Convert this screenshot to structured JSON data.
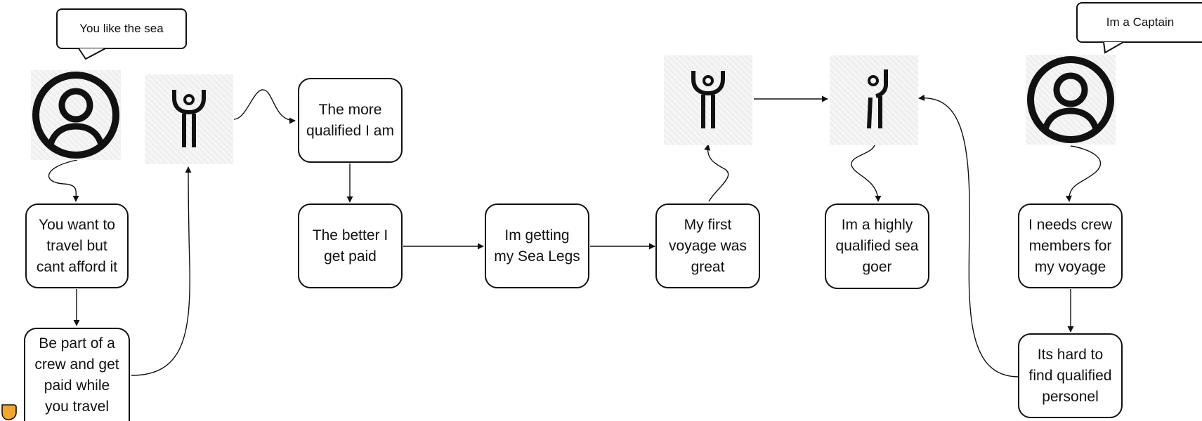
{
  "diagram": {
    "bubbles": {
      "you": "You like the sea",
      "captain": "Im a Captain"
    },
    "boxes": {
      "travel": [
        "You want to",
        "travel but",
        "cant afford it"
      ],
      "crew": [
        "Be part of a",
        "crew and get",
        "paid while",
        "you travel"
      ],
      "qualified": [
        "The more",
        "qualified I am"
      ],
      "paid": [
        "The better I",
        "get paid"
      ],
      "sealegs": [
        "Im getting",
        "my Sea Legs"
      ],
      "voyage": [
        "My first",
        "voyage was",
        "great"
      ],
      "highly": [
        "Im a highly",
        "qualified sea",
        "goer"
      ],
      "needs": [
        "I needs crew",
        "members for",
        "my voyage"
      ],
      "hard": [
        "Its hard to",
        "find qualified",
        "personel"
      ]
    },
    "icons": {
      "person_left": "user-circle-icon",
      "person_right": "user-circle-icon",
      "figure_a": "figure-arms-up-icon",
      "figure_b": "figure-arms-up-icon",
      "figure_c": "figure-one-arm-up-icon"
    },
    "colors": {
      "stroke": "#111111",
      "badge": "#f4a62a"
    }
  }
}
